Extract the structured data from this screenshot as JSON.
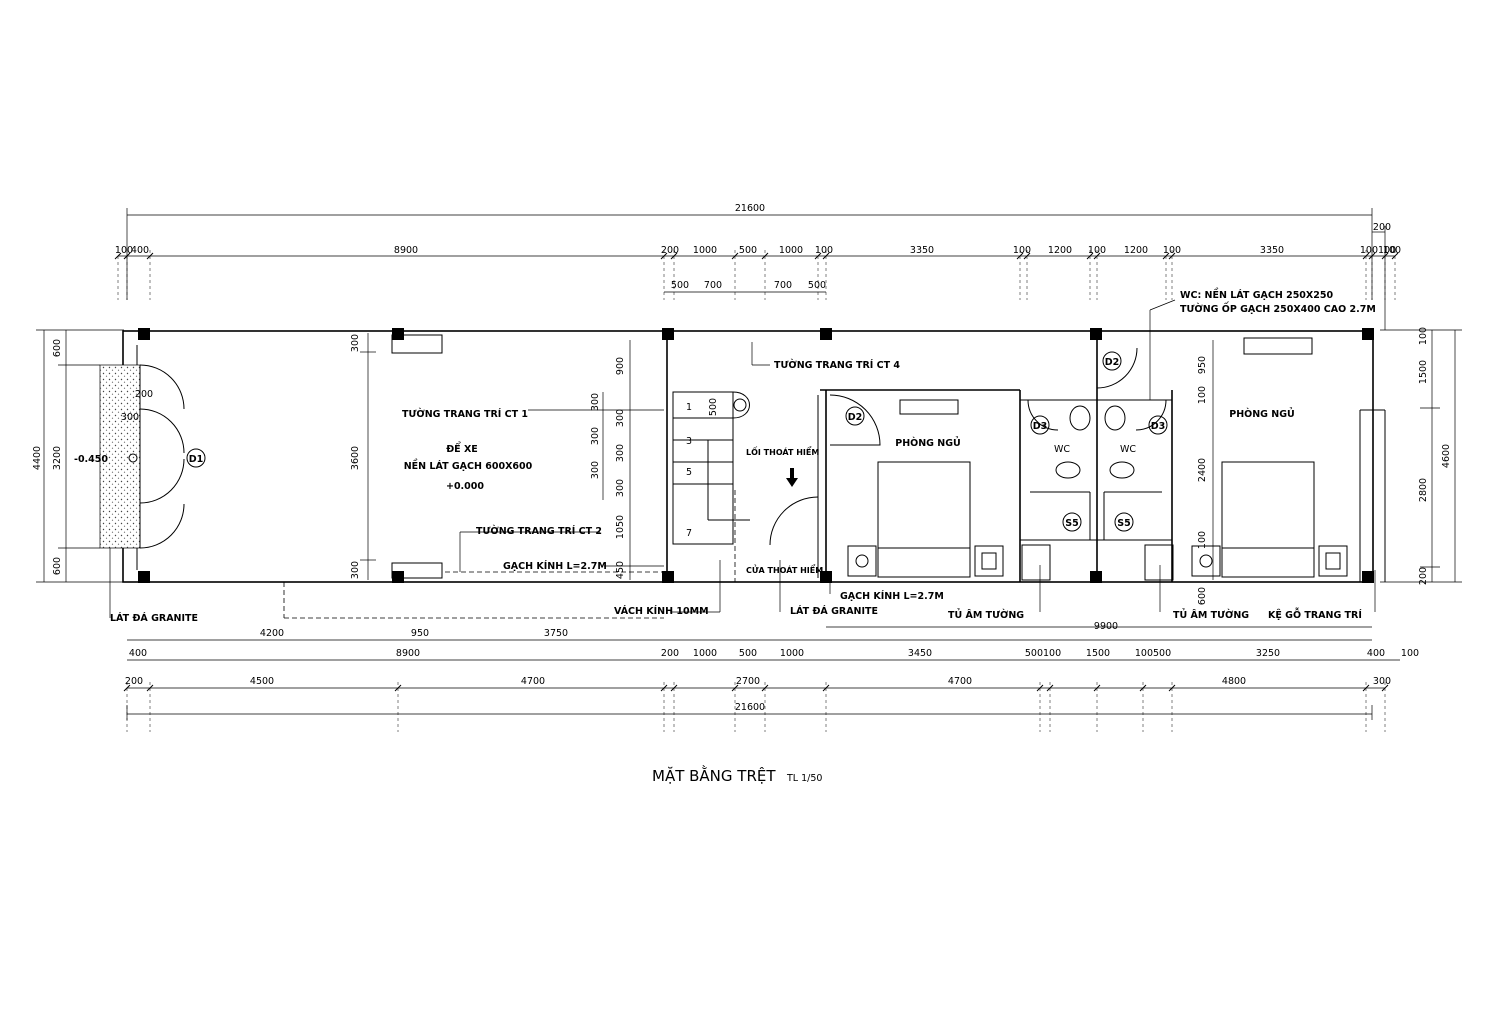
{
  "title": "MẶT BẰNG TRỆT",
  "scale": "TL 1/50",
  "dims": {
    "overall_top": "21600",
    "overall_bottom": "21600",
    "top_row": [
      "100",
      "400",
      "8900",
      "200",
      "1000",
      "500",
      "1000",
      "100",
      "3350",
      "100",
      "1200",
      "100",
      "1200",
      "100",
      "3350",
      "100100",
      "200"
    ],
    "top_row_extra": "100",
    "top_sub": [
      "500",
      "700",
      "700",
      "500"
    ],
    "bottom_row1": [
      "4200",
      "950",
      "3750",
      "9900"
    ],
    "bottom_row2": [
      "400",
      "8900",
      "200",
      "1000",
      "500",
      "1000",
      "3450",
      "500100",
      "1500",
      "100500",
      "3250",
      "400",
      "100"
    ],
    "bottom_row3": [
      "200",
      "4500",
      "4700",
      "2700",
      "4700",
      "4800",
      "300"
    ],
    "left": [
      "4400",
      "600",
      "3200",
      "600"
    ],
    "left_inner": [
      "200",
      "300"
    ],
    "parking": [
      "300",
      "3600",
      "300"
    ],
    "stair": [
      "900",
      "300",
      "300",
      "300",
      "300",
      "300",
      "300",
      "1050",
      "450"
    ],
    "stair_500": "500",
    "right_wc": [
      "950",
      "100",
      "2400",
      "100",
      "600"
    ],
    "right_outer": [
      "100",
      "1500",
      "2800",
      "200",
      "4600"
    ]
  },
  "labels": {
    "level_outside": "-0.450",
    "level_inside": "+0.000",
    "door_d1": "D1",
    "door_d2a": "D2",
    "door_d2b": "D2",
    "door_d3a": "D3",
    "door_d3b": "D3",
    "s5a": "S5",
    "s5b": "S5",
    "wc_a": "WC",
    "wc_b": "WC",
    "parking_1": "ĐỂ XE",
    "parking_2": "NỀN LÁT GẠCH 600X600",
    "wall_ct1": "TƯỜNG TRANG TRÍ CT 1",
    "wall_ct2": "TƯỜNG TRANG TRÍ CT 2",
    "wall_ct4": "TƯỜNG TRANG TRÍ CT 4",
    "glass_brick_1": "GẠCH KÍNH L=2.7M",
    "glass_brick_2": "GẠCH KÍNH L=2.7M",
    "glass_wall": "VÁCH KÍNH 10MM",
    "granite_1": "LÁT ĐÁ GRANITE",
    "granite_2": "LÁT ĐÁ GRANITE",
    "exit_route": "LỐI THOÁT HIỂM",
    "exit_door": "CỬA THOÁT HIỂM",
    "bedroom_1": "PHÒNG NGỦ",
    "bedroom_2": "PHÒNG NGỦ",
    "wc_note_1": "WC: NỀN LÁT GẠCH 250X250",
    "wc_note_2": "TƯỜNG ỐP GẠCH 250X400 CAO 2.7M",
    "wardrobe_1": "TỦ ÂM TƯỜNG",
    "wardrobe_2": "TỦ ÂM TƯỜNG",
    "shelf": "KỆ GỖ TRANG TRÍ",
    "step_1": "1",
    "step_3": "3",
    "step_5": "5",
    "step_7": "7"
  }
}
